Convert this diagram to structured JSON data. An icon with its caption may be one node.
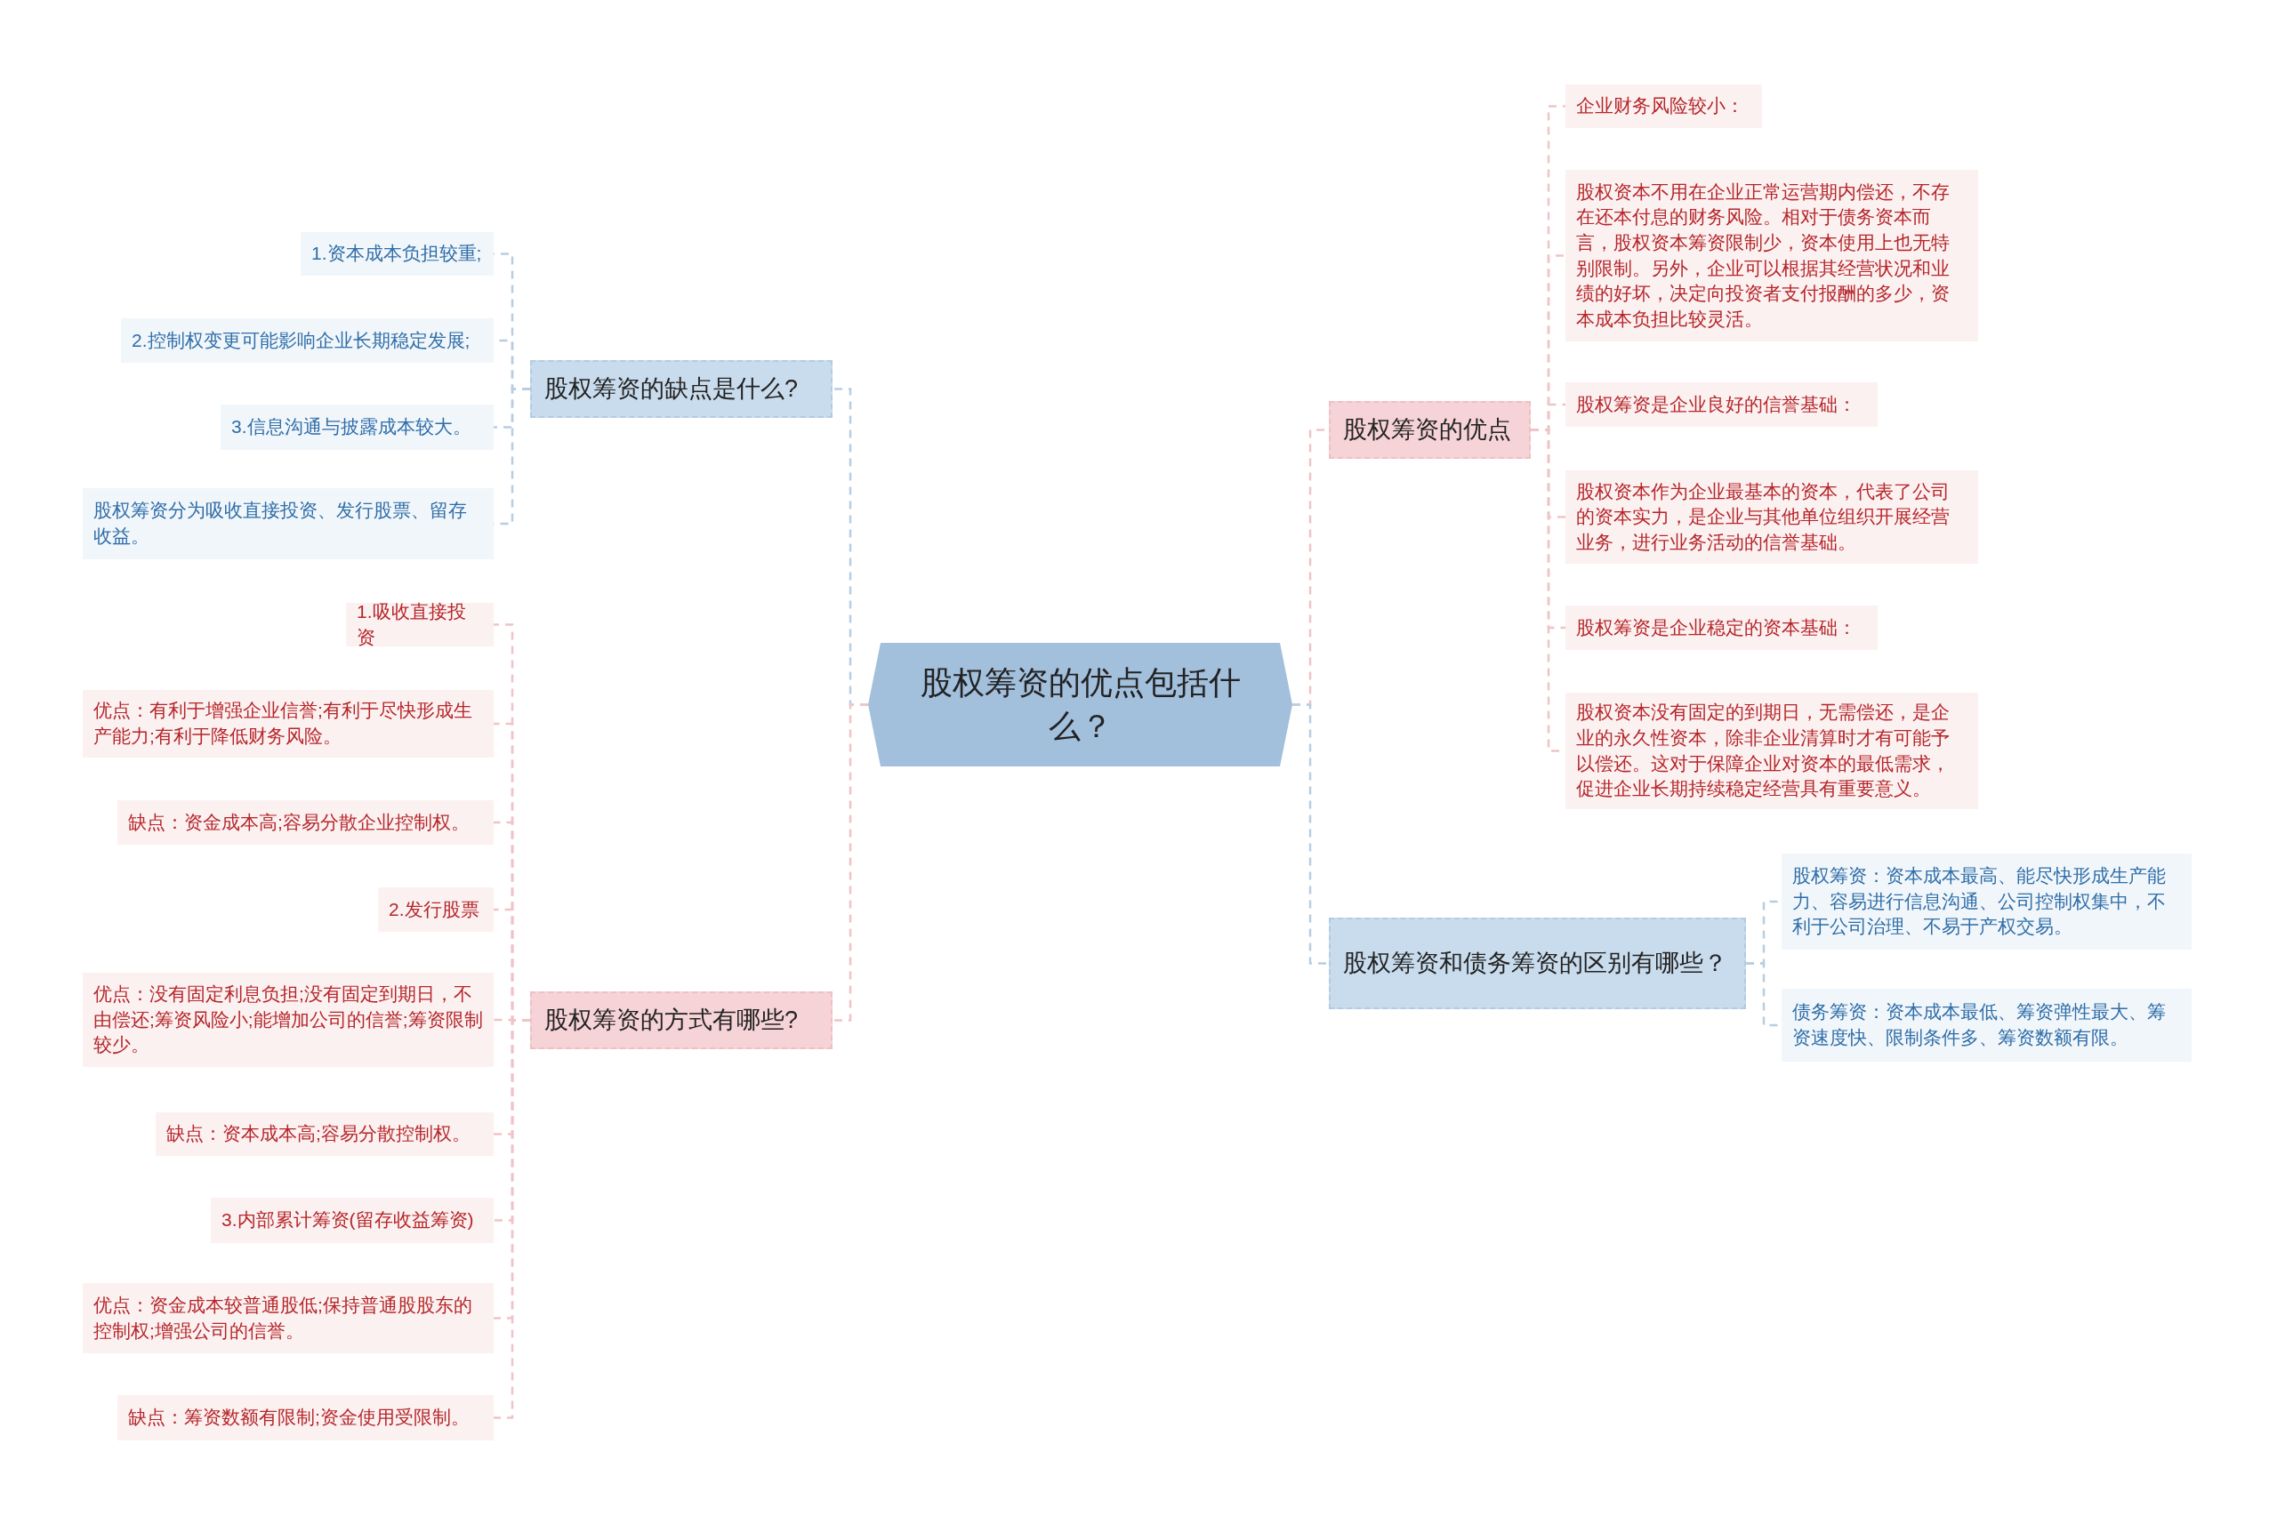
{
  "diagram": {
    "nodes": [
      {
        "text": [
          "股权筹资的优点包括什么？"
        ]
      },
      {
        "text": [
          "股权筹资的缺点是什么?"
        ]
      },
      {
        "text": [
          "1.资本成本负担较重;"
        ]
      },
      {
        "text": [
          "2.控制权变更可能影响企业长期稳定发展;"
        ]
      },
      {
        "text": [
          "3.信息沟通与披露成本较大。"
        ]
      },
      {
        "text": [
          "股权筹资分为吸收直接投资、发行股票、留存收益。"
        ]
      },
      {
        "text": [
          "股权筹资的方式有哪些?"
        ]
      },
      {
        "text": [
          "1.吸收直接投资"
        ]
      },
      {
        "text": [
          "优点：有利于增强企业信誉;有利于尽快形成生产能力;有利于降低财务风险。"
        ]
      },
      {
        "text": [
          "缺点：资金成本高;容易分散企业控制权。"
        ]
      },
      {
        "text": [
          "2.发行股票"
        ]
      },
      {
        "text": [
          "优点：没有固定利息负担;没有固定到期日，不由偿还;筹资风险小;能增加公司的信誉;筹资限制较少。"
        ]
      },
      {
        "text": [
          "缺点：资本成本高;容易分散控制权。"
        ]
      },
      {
        "text": [
          "3.内部累计筹资(留存收益筹资)"
        ]
      },
      {
        "text": [
          "优点：资金成本较普通股低;保持普通股股东的控制权;增强公司的信誉。"
        ]
      },
      {
        "text": [
          "缺点：筹资数额有限制;资金使用受限制。"
        ]
      },
      {
        "text": [
          "股权筹资的优点"
        ]
      },
      {
        "text": [
          "企业财务风险较小："
        ]
      },
      {
        "text": [
          "股权资本不用在企业正常运营期内偿还，不存在还本付息的财务风险。相对于债务资本而言，股权资本筹资限制少，资本使用上也无特别限制。另外，企业可以根据其经营状况和业绩的好坏，决定向投资者支付报酬的多少，资本成本负担比较灵活。"
        ]
      },
      {
        "text": [
          "股权筹资是企业良好的信誉基础："
        ]
      },
      {
        "text": [
          "股权资本作为企业最基本的资本，代表了公司的资本实力，是企业与其他单位组织开展经营业务，进行业务活动的信誉基础。"
        ]
      },
      {
        "text": [
          "股权筹资是企业稳定的资本基础："
        ]
      },
      {
        "text": [
          "股权资本没有固定的到期日，无需偿还，是企业的永久性资本，除非企业清算时才有可能予以偿还。这对于保障企业对资本的最低需求，促进企业长期持续稳定经营具有重要意义。"
        ]
      },
      {
        "text": [
          "股权筹资和债务筹资的区别有哪些？"
        ]
      },
      {
        "text": [
          "股权筹资：资本成本最高、能尽快形成生产能力、容易进行信息沟通、公司控制权集中，不利于公司治理、不易于产权交易。"
        ]
      },
      {
        "text": [
          "债务筹资：资本成本最低、筹资弹性最大、筹资速度快、限制条件多、筹资数额有限。"
        ]
      }
    ],
    "edges": [
      {
        "from": 0,
        "to": 1,
        "arrow": "none",
        "color": "#b7cde2"
      },
      {
        "from": 1,
        "to": 2,
        "arrow": "none",
        "color": "#b7cde2"
      },
      {
        "from": 1,
        "to": 3,
        "arrow": "none",
        "color": "#b7cde2"
      },
      {
        "from": 1,
        "to": 4,
        "arrow": "none",
        "color": "#b7cde2"
      },
      {
        "from": 1,
        "to": 5,
        "arrow": "none",
        "color": "#b7cde2"
      },
      {
        "from": 0,
        "to": 6,
        "arrow": "none"
      },
      {
        "from": 6,
        "to": 7,
        "arrow": "none"
      },
      {
        "from": 6,
        "to": 8,
        "arrow": "none"
      },
      {
        "from": 6,
        "to": 9,
        "arrow": "none"
      },
      {
        "from": 6,
        "to": 10,
        "arrow": "none"
      },
      {
        "from": 6,
        "to": 11,
        "arrow": "none"
      },
      {
        "from": 6,
        "to": 12,
        "arrow": "none"
      },
      {
        "from": 6,
        "to": 13,
        "arrow": "none"
      },
      {
        "from": 6,
        "to": 14,
        "arrow": "none"
      },
      {
        "from": 6,
        "to": 15,
        "arrow": "none"
      },
      {
        "from": 0,
        "to": 16,
        "arrow": "none"
      },
      {
        "from": 16,
        "to": 17,
        "arrow": "none"
      },
      {
        "from": 16,
        "to": 18,
        "arrow": "none"
      },
      {
        "from": 16,
        "to": 19,
        "arrow": "none"
      },
      {
        "from": 16,
        "to": 20,
        "arrow": "none"
      },
      {
        "from": 16,
        "to": 21,
        "arrow": "none"
      },
      {
        "from": 16,
        "to": 22,
        "arrow": "none"
      },
      {
        "from": 0,
        "to": 23,
        "arrow": "none",
        "color": "#b7cde2"
      },
      {
        "from": 23,
        "to": 24,
        "arrow": "none",
        "color": "#b7cde2"
      },
      {
        "from": 23,
        "to": 25,
        "arrow": "none",
        "color": "#b7cde2"
      }
    ]
  }
}
